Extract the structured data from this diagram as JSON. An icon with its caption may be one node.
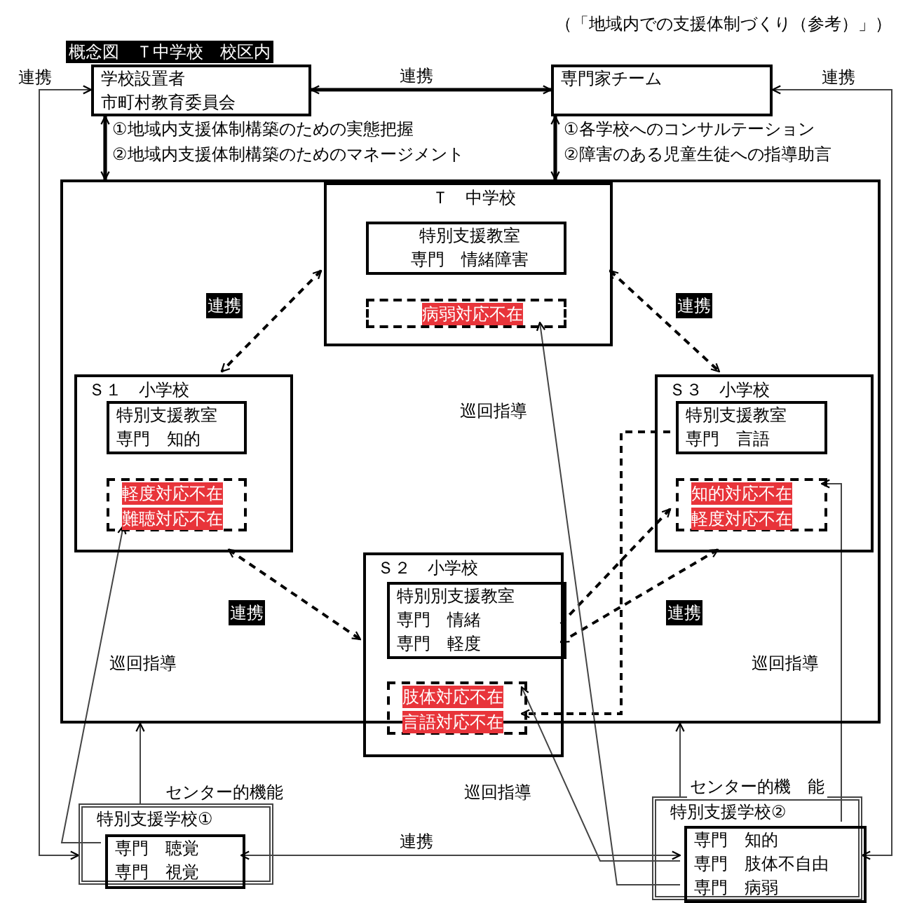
{
  "diagram": {
    "title": "概念図　Ｔ中学校　校区内",
    "nodes": [
      {
        "text": [
          "学校設置者",
          "市町村教育委員会"
        ]
      },
      {
        "text": [
          "専門家チーム"
        ]
      },
      {
        "text": [],
        "shape": "box"
      },
      {
        "text": [
          "Ｔ　中学校"
        ],
        "in": 2
      },
      {
        "text": [
          "特別支援教室",
          "専門　情緒障害"
        ],
        "in": 3
      },
      {
        "text": [
          "病弱対応不在"
        ],
        "in": 3
      },
      {
        "text": [
          "Ｓ１　小学校"
        ],
        "in": 2
      },
      {
        "text": [
          "特別支援教室",
          "専門　知的"
        ],
        "in": 6
      },
      {
        "text": [
          "軽度対応不在",
          "難聴対応不在"
        ],
        "in": 6
      },
      {
        "text": [
          "Ｓ３　小学校"
        ],
        "in": 2
      },
      {
        "text": [
          "特別支援教室",
          "専門　言語"
        ],
        "in": 9
      },
      {
        "text": [
          "知的対応不在",
          "軽度対応不在"
        ],
        "in": 9
      },
      {
        "text": [
          "Ｓ２　小学校"
        ],
        "in": 2
      },
      {
        "text": [
          "特別別支援教室",
          "専門　情緒",
          "専門　軽度"
        ],
        "in": 12
      },
      {
        "text": [
          "肢体対応不在",
          "言語対応不在"
        ],
        "in": 12
      },
      {
        "text": [
          "特別支援学校①"
        ]
      },
      {
        "text": [
          "専門　聴覚",
          "専門　視覚"
        ],
        "in": 15
      },
      {
        "text": [
          "特別支援学校②"
        ]
      },
      {
        "text": [
          "専門　知的",
          "専門　肢体不自由",
          "専門　病弱"
        ],
        "in": 17
      }
    ],
    "edges": [
      {
        "from": 0,
        "to": 1,
        "arrow": "both",
        "label": "連携",
        "style": "thick"
      },
      {
        "from": 0,
        "to": 2,
        "arrow": "both",
        "style": "thick"
      },
      {
        "from": 1,
        "to": 2,
        "arrow": "both",
        "style": "thick"
      },
      {
        "from": 3,
        "to": 6,
        "arrow": "both",
        "label": "連携",
        "style": "dashed"
      },
      {
        "from": 3,
        "to": 9,
        "arrow": "both",
        "label": "連携",
        "style": "dashed"
      },
      {
        "from": 6,
        "to": 12,
        "arrow": "both",
        "label": "連携",
        "style": "dashed"
      },
      {
        "from": 9,
        "to": 12,
        "arrow": "both",
        "label": "連携",
        "style": "dashed"
      },
      {
        "from": 13,
        "to": 11,
        "arrow": "to",
        "style": "dashed"
      },
      {
        "from": 10,
        "to": 14,
        "arrow": "to",
        "style": "dashed"
      },
      {
        "from": 16,
        "to": 8,
        "arrow": "to",
        "label": "巡回指導"
      },
      {
        "from": 18,
        "to": 5,
        "arrow": "to",
        "label": "巡回指導"
      },
      {
        "from": 18,
        "to": 11,
        "arrow": "to",
        "label": "巡回指導"
      },
      {
        "from": 18,
        "to": 14,
        "arrow": "to",
        "label": "巡回指導"
      },
      {
        "from": 15,
        "to": 2,
        "arrow": "to",
        "label": "センター的機能"
      },
      {
        "from": 17,
        "to": 2,
        "arrow": "to",
        "label": "センター的機　能"
      },
      {
        "from": 16,
        "to": 18,
        "arrow": "both",
        "label": "連携"
      },
      {
        "from": 0,
        "to": 15,
        "arrow": "both",
        "label": "連携"
      },
      {
        "from": 1,
        "to": 17,
        "arrow": "both",
        "label": "連携"
      }
    ],
    "labels": [
      "（「地域内での支援体制づくり（参考）」）",
      "①地域内支援体制構築のための実態把握",
      "②地域内支援体制構築のためのマネージメント",
      "①各学校へのコンサルテーション",
      "②障害のある児童生徒への指導助言"
    ]
  }
}
